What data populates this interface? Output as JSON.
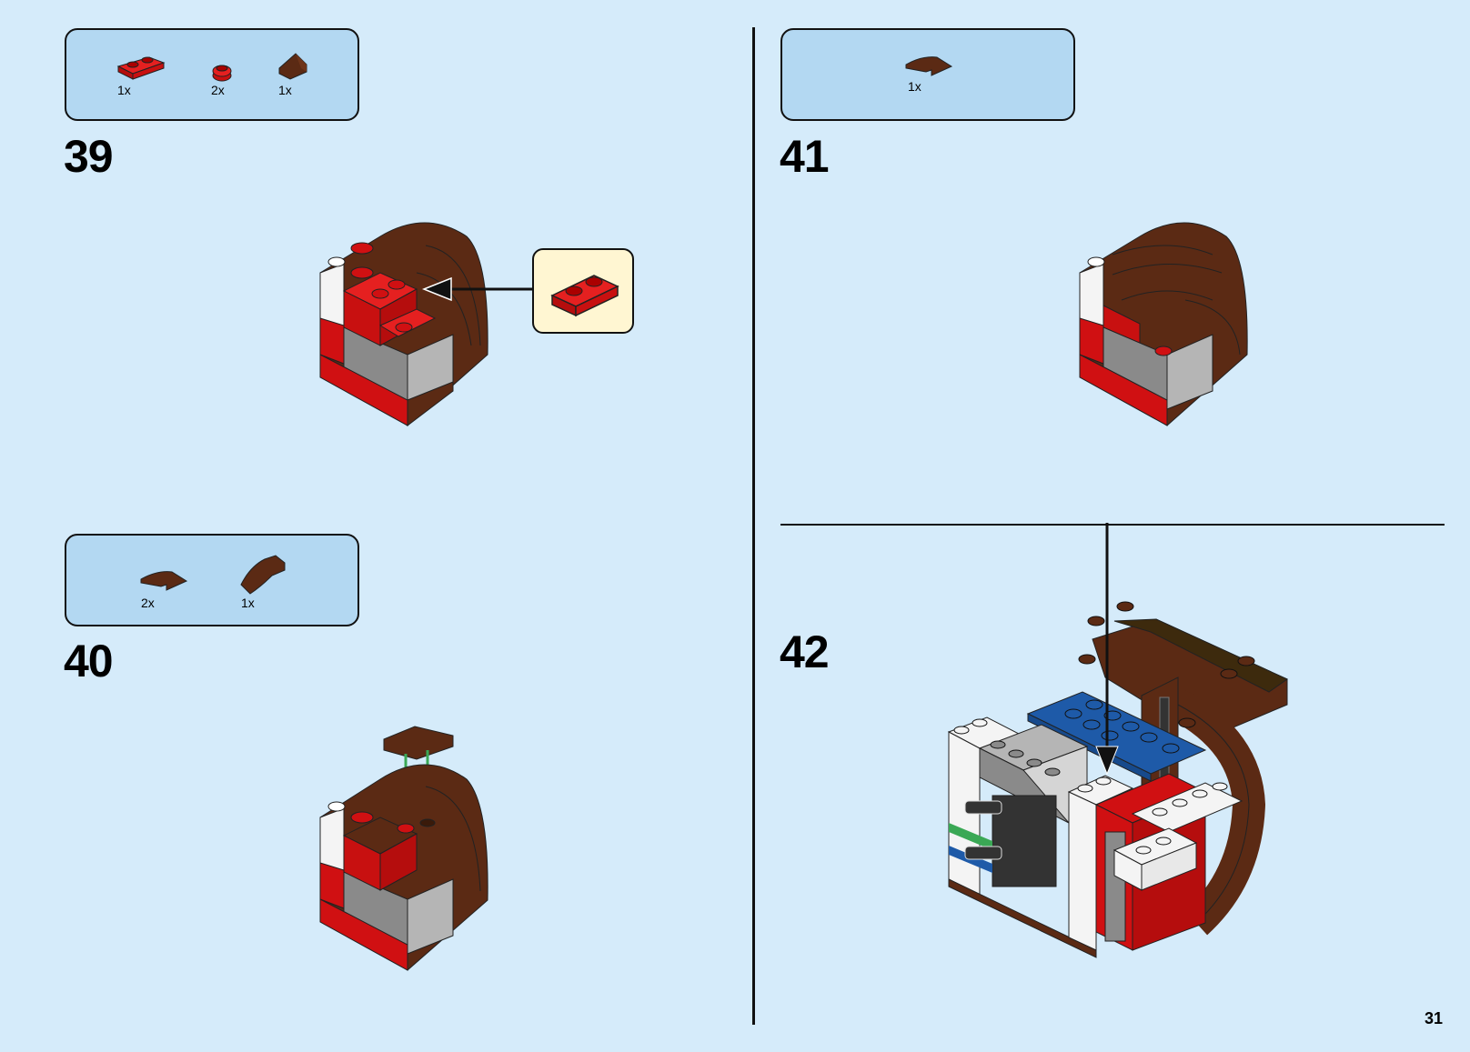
{
  "page": {
    "number": "31",
    "background": "#d5ebfa"
  },
  "steps": [
    {
      "number": "39",
      "parts": [
        {
          "name": "red-plate-1x2",
          "qty": "1x",
          "color": "#d01012"
        },
        {
          "name": "red-round-plate-1x1",
          "qty": "2x",
          "color": "#d01012"
        },
        {
          "name": "brown-slope-1x1",
          "qty": "1x",
          "color": "#5b2a14"
        }
      ],
      "callout": {
        "part": "red-plate-1x2",
        "color": "#d01012"
      }
    },
    {
      "number": "40",
      "parts": [
        {
          "name": "brown-curved-slope-1x2",
          "qty": "2x",
          "color": "#5b2a14"
        },
        {
          "name": "brown-curved-slope-1x2-inverted",
          "qty": "1x",
          "color": "#5b2a14"
        }
      ]
    },
    {
      "number": "41",
      "parts": [
        {
          "name": "brown-curved-slope-1x2",
          "qty": "1x",
          "color": "#5b2a14"
        }
      ]
    },
    {
      "number": "42",
      "parts": []
    }
  ],
  "colors": {
    "parts_box": "#b3d8f2",
    "callout_box": "#fff6d2",
    "brick_red": "#d01012",
    "brick_brown": "#5b2a14",
    "brick_gray": "#8a8a8a",
    "brick_white": "#f4f4f4",
    "brick_blue": "#1e5aa8",
    "arrow_green": "#3aa855"
  }
}
